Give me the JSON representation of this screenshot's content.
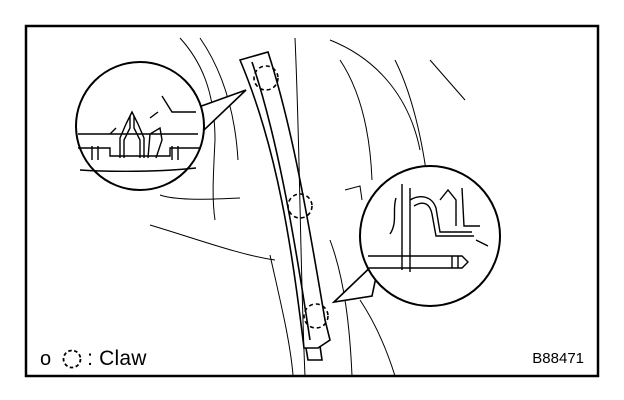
{
  "legend": {
    "marker": "o",
    "separator": ":",
    "label": "Claw"
  },
  "figure_code": "B88471",
  "icons": {
    "claw_symbol": "dashed-circle-icon"
  },
  "colors": {
    "line": "#000000",
    "background": "#ffffff"
  }
}
